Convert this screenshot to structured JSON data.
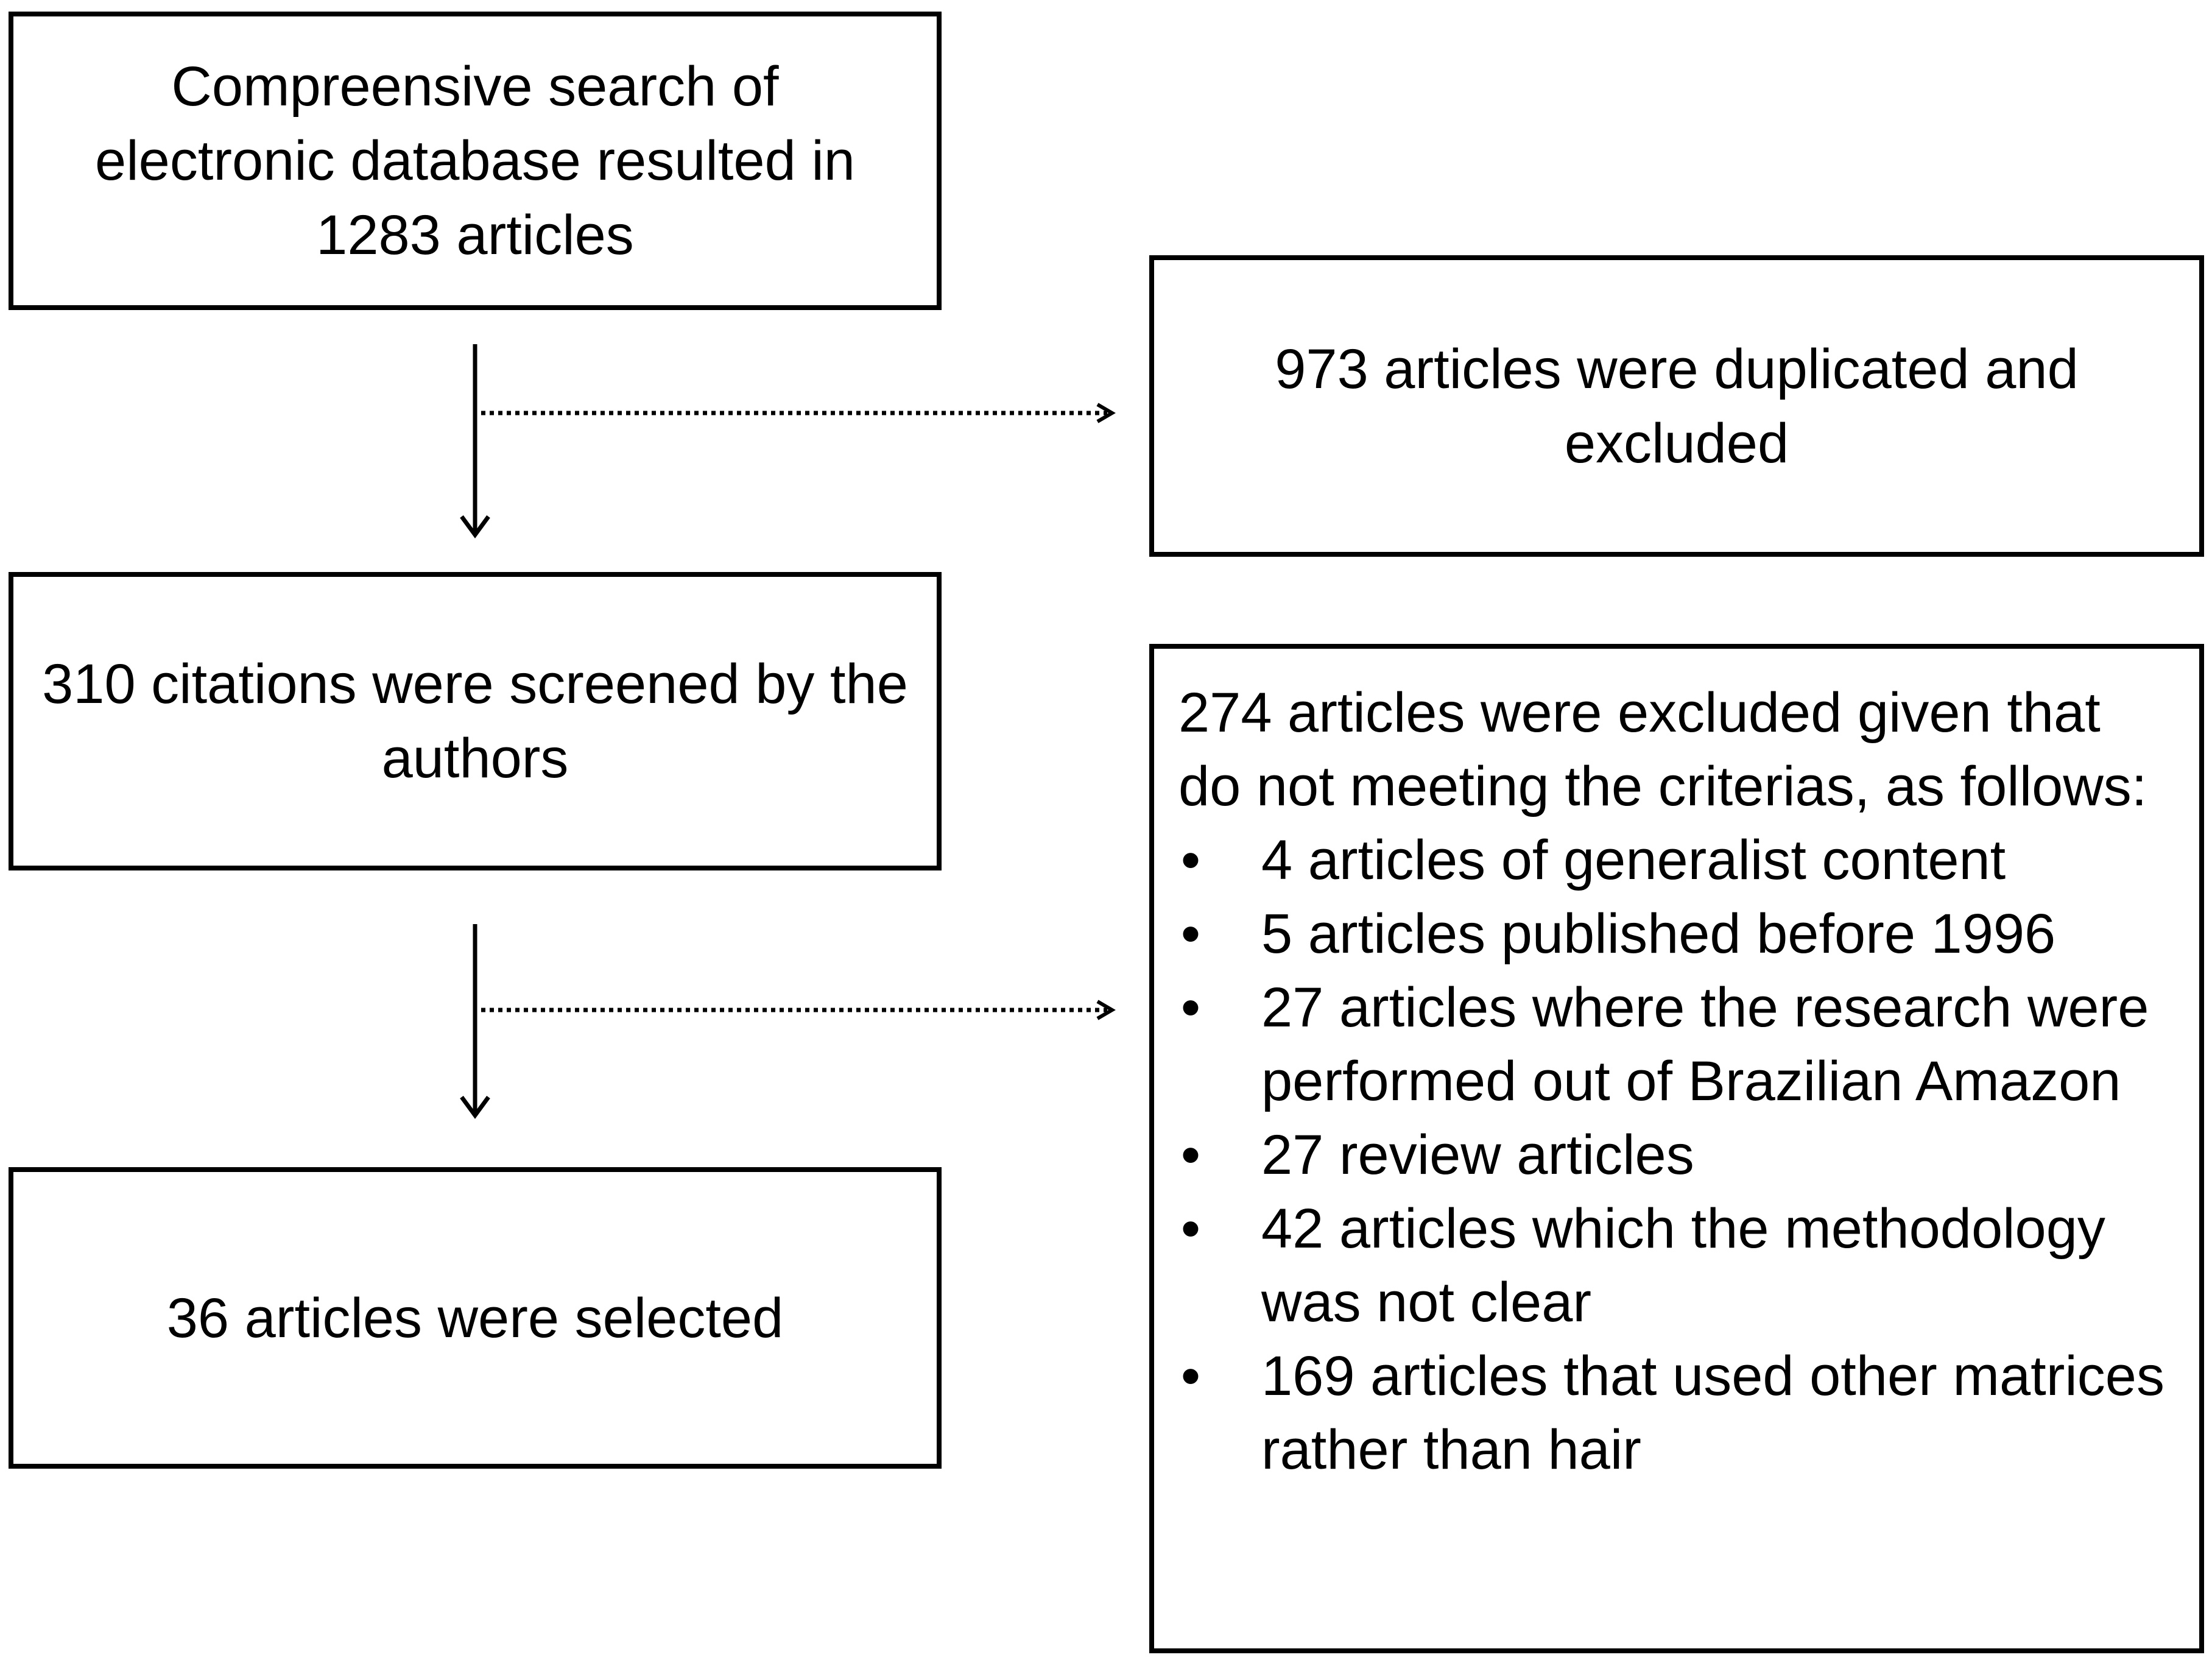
{
  "boxes": {
    "search": "Compreensive search of electronic database resulted in 1283 articles",
    "duplicates": "973 articles were duplicated and excluded",
    "screened": "310 citations were screened by the authors",
    "selected": "36 articles were selected",
    "excluded": {
      "intro": "274 articles were excluded given that do not meeting the criterias, as follows:",
      "bullet": "•",
      "items": [
        "4 articles of generalist content",
        "5 articles published before 1996",
        "27 articles where the research were performed out of Brazilian Amazon",
        "27 review articles",
        "42 articles which the methodology was not clear",
        "169 articles that used other matrices rather than hair"
      ]
    }
  }
}
